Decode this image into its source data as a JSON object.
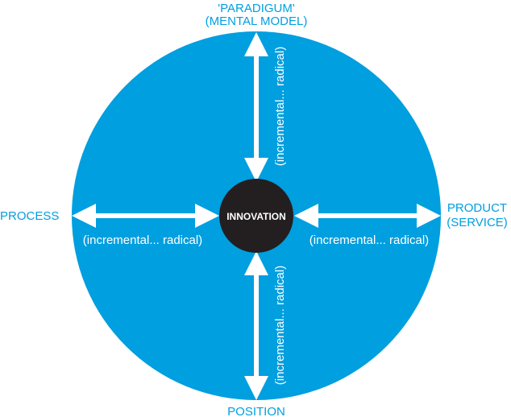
{
  "diagram": {
    "center": {
      "label": "INNOVATION"
    },
    "axes": {
      "top": {
        "line1": "'PARADIGUM'",
        "line2": "(MENTAL MODEL)"
      },
      "left": {
        "label": "PROCESS"
      },
      "right": {
        "line1": "PRODUCT",
        "line2": "(SERVICE)"
      },
      "bottom": {
        "label": "POSITION"
      }
    },
    "ranges": {
      "top": "(incremental... radical)",
      "left": "(incremental... radical)",
      "right": "(incremental... radical)",
      "bottom": "(incremental... radical)"
    }
  },
  "colors": {
    "circle": "#009fdf",
    "center": "#231f20",
    "arrow": "#ffffff",
    "label_text": "#009fdf",
    "range_text": "#ffffff",
    "center_text": "#ffffff"
  }
}
